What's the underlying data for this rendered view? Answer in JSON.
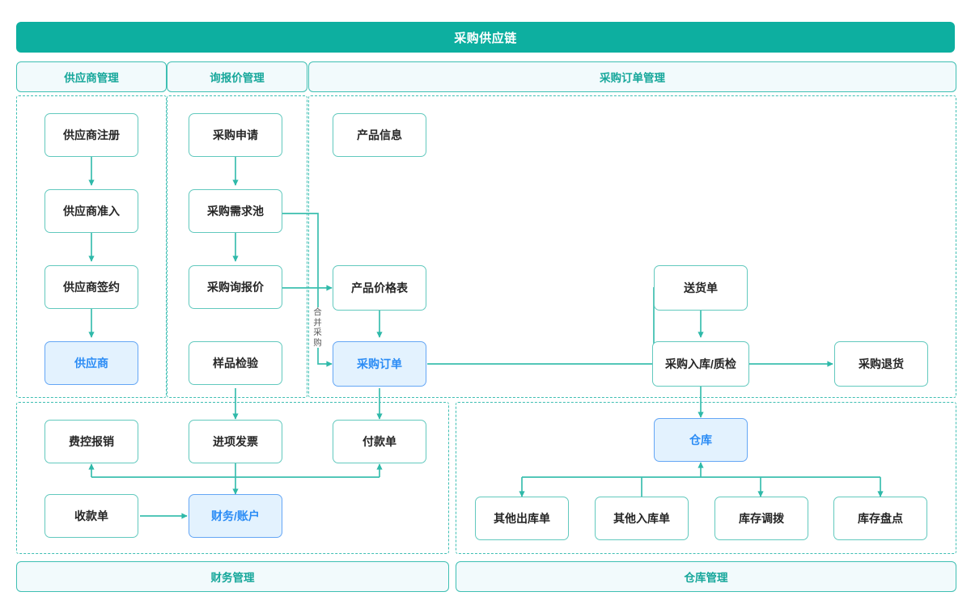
{
  "banner": {
    "title": "采购供应链"
  },
  "groups": [
    {
      "key": "supplier",
      "label": "供应商管理"
    },
    {
      "key": "rfq",
      "label": "询报价管理"
    },
    {
      "key": "po",
      "label": "采购订单管理"
    },
    {
      "key": "finance",
      "label": "财务管理"
    },
    {
      "key": "warehouse",
      "label": "仓库管理"
    }
  ],
  "nodes": [
    {
      "id": "supplier-register",
      "label": "供应商注册",
      "highlight": false
    },
    {
      "id": "supplier-admit",
      "label": "供应商准入",
      "highlight": false
    },
    {
      "id": "supplier-contract",
      "label": "供应商签约",
      "highlight": false
    },
    {
      "id": "supplier",
      "label": "供应商",
      "highlight": true
    },
    {
      "id": "purchase-request",
      "label": "采购申请",
      "highlight": false
    },
    {
      "id": "demand-pool",
      "label": "采购需求池",
      "highlight": false
    },
    {
      "id": "rfq",
      "label": "采购询报价",
      "highlight": false
    },
    {
      "id": "sample-inspection",
      "label": "样品检验",
      "highlight": false
    },
    {
      "id": "product-info",
      "label": "产品信息",
      "highlight": false
    },
    {
      "id": "price-list",
      "label": "产品价格表",
      "highlight": false
    },
    {
      "id": "purchase-order",
      "label": "采购订单",
      "highlight": true
    },
    {
      "id": "delivery-note",
      "label": "送货单",
      "highlight": false
    },
    {
      "id": "receipt-qc",
      "label": "采购入库/质检",
      "highlight": false
    },
    {
      "id": "purchase-return",
      "label": "采购退货",
      "highlight": false
    },
    {
      "id": "expense-claim",
      "label": "费控报销",
      "highlight": false
    },
    {
      "id": "input-invoice",
      "label": "进项发票",
      "highlight": false
    },
    {
      "id": "payment-voucher",
      "label": "付款单",
      "highlight": false
    },
    {
      "id": "receipt-voucher",
      "label": "收款单",
      "highlight": false
    },
    {
      "id": "finance-account",
      "label": "财务/账户",
      "highlight": true
    },
    {
      "id": "warehouse",
      "label": "仓库",
      "highlight": true
    },
    {
      "id": "other-outbound",
      "label": "其他出库单",
      "highlight": false
    },
    {
      "id": "other-inbound",
      "label": "其他入库单",
      "highlight": false
    },
    {
      "id": "stock-transfer",
      "label": "库存调拨",
      "highlight": false
    },
    {
      "id": "stock-count",
      "label": "库存盘点",
      "highlight": false
    }
  ],
  "edge_labels": [
    {
      "id": "merge-purchase",
      "text": "合并采购"
    }
  ],
  "colors": {
    "banner_bg": "#0DAFA0",
    "pill_bg": "#F2FAFC",
    "accent": "#17A79B",
    "node_border": "#62C9BE",
    "highlight_bg": "#E3F2FE",
    "highlight_border": "#64A6F5",
    "highlight_text": "#2B8CF5",
    "wire": "#3BBFAF",
    "zone_border": "#3FBFB3"
  }
}
